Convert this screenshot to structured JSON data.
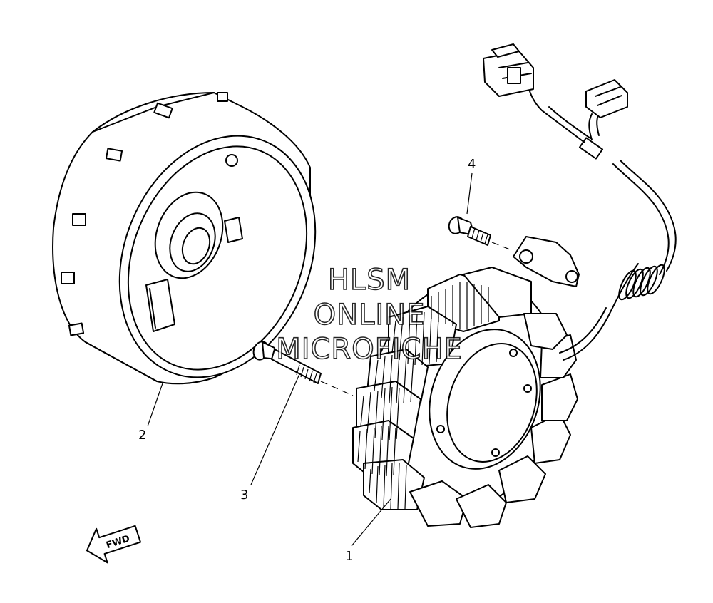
{
  "parts": [
    {
      "name": "stator",
      "callout": "1"
    },
    {
      "name": "flywheel-rotor",
      "callout": "2"
    },
    {
      "name": "stator-bolt",
      "callout": "3"
    },
    {
      "name": "clamp-screw",
      "callout": "4"
    }
  ],
  "direction_label": "FWD",
  "watermark": [
    "HLSM",
    "ONLINE",
    "MICROFICHE"
  ]
}
